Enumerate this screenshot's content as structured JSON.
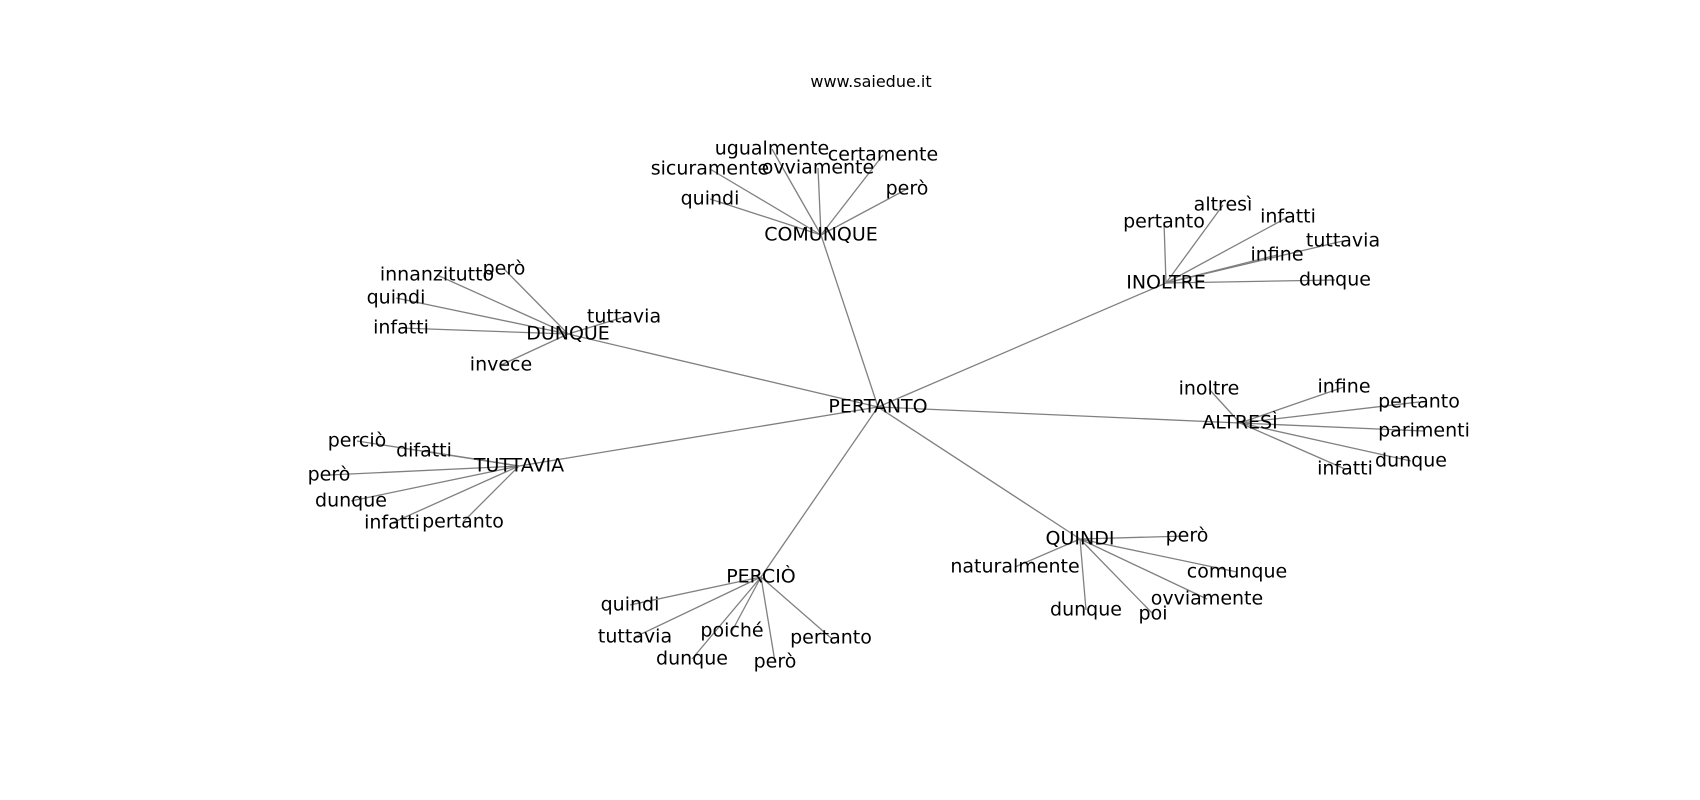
{
  "header": {
    "site": "www.saiedue.it"
  },
  "graph": {
    "center": "PERTANTO",
    "edge_color": "#808080",
    "clusters": [
      {
        "hub": "COMUNQUE",
        "leaves": [
          "ugualmente",
          "certamente",
          "sicuramente",
          "ovviamente",
          "quindi",
          "però"
        ]
      },
      {
        "hub": "INOLTRE",
        "leaves": [
          "altresì",
          "infatti",
          "pertanto",
          "tuttavia",
          "infine",
          "dunque"
        ]
      },
      {
        "hub": "DUNQUE",
        "leaves": [
          "innanzitutto",
          "però",
          "quindi",
          "tuttavia",
          "infatti",
          "invece"
        ]
      },
      {
        "hub": "ALTRESÌ",
        "leaves": [
          "inoltre",
          "infine",
          "pertanto",
          "parimenti",
          "dunque",
          "infatti"
        ]
      },
      {
        "hub": "TUTTAVIA",
        "leaves": [
          "perciò",
          "difatti",
          "però",
          "dunque",
          "infatti",
          "pertanto"
        ]
      },
      {
        "hub": "QUINDI",
        "leaves": [
          "però",
          "naturalmente",
          "comunque",
          "ovviamente",
          "dunque",
          "poi"
        ]
      },
      {
        "hub": "PERCIÒ",
        "leaves": [
          "quindi",
          "tuttavia",
          "poiché",
          "pertanto",
          "dunque",
          "però"
        ]
      }
    ]
  }
}
